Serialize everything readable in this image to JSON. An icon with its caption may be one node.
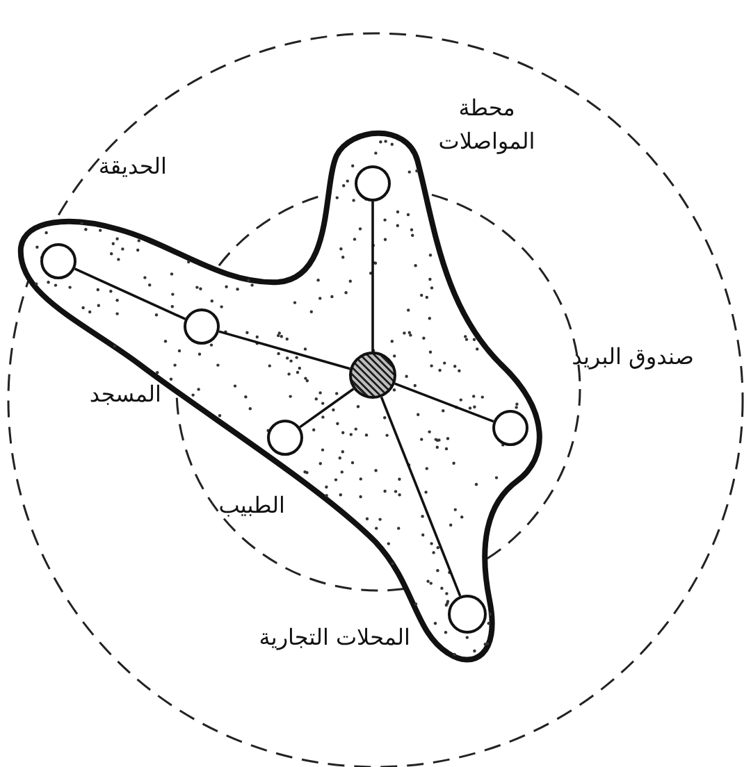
{
  "diagram": {
    "nodes": [
      {
        "text": [],
        "shape": "circle",
        "beside": [
          "الحديقة"
        ]
      },
      {
        "text": [],
        "shape": "circle",
        "beside": [
          "المسجد"
        ]
      },
      {
        "text": [],
        "shape": "circle",
        "beside": [
          "محطة المواصلات"
        ]
      },
      {
        "text": [],
        "shape": "circle"
      },
      {
        "text": [],
        "shape": "circle",
        "beside": [
          "صندوق البريد"
        ]
      },
      {
        "text": [],
        "shape": "circle",
        "beside": [
          "الطبيب"
        ]
      },
      {
        "text": [],
        "shape": "circle",
        "beside": [
          "المحلات التجارية"
        ]
      }
    ],
    "edges": [
      {
        "from": 0,
        "to": 1,
        "arrow": "none"
      },
      {
        "from": 1,
        "to": 3,
        "arrow": "none"
      },
      {
        "from": 2,
        "to": 3,
        "arrow": "none"
      },
      {
        "from": 3,
        "to": 4,
        "arrow": "none"
      },
      {
        "from": 3,
        "to": 5,
        "arrow": "none"
      },
      {
        "from": 3,
        "to": 6,
        "arrow": "none"
      }
    ]
  }
}
